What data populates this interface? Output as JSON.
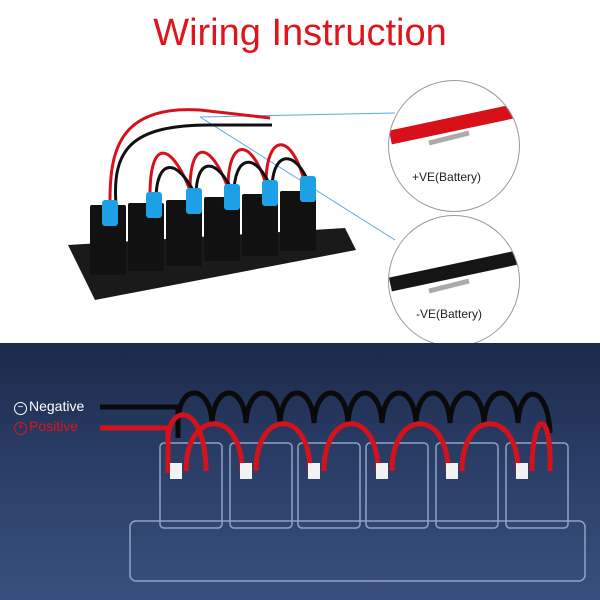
{
  "title": "Wiring Instruction",
  "callouts": {
    "positive_label": "+VE(Battery)",
    "negative_label": "-VE(Battery)"
  },
  "legend": {
    "negative": "Negative",
    "positive": "Positive",
    "negative_symbol": "⊖",
    "positive_symbol": "⊕"
  },
  "colors": {
    "title": "#e0141b",
    "positive_wire": "#e0141b",
    "negative_wire": "#111111",
    "switch_led": "#1ea0e6",
    "panel_background": "#2a3d66"
  },
  "switch_count": 6
}
